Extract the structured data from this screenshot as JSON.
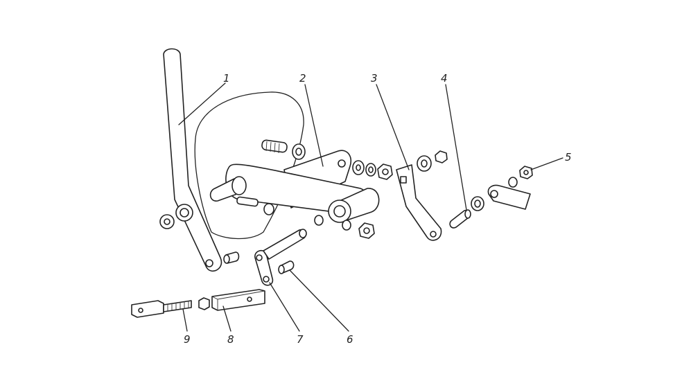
{
  "figure": {
    "type": "exploded-view mechanical assembly drawing",
    "callouts": [
      {
        "label": "1"
      },
      {
        "label": "2"
      },
      {
        "label": "3"
      },
      {
        "label": "4"
      },
      {
        "label": "5"
      },
      {
        "label": "6"
      },
      {
        "label": "7"
      },
      {
        "label": "8"
      },
      {
        "label": "9"
      }
    ],
    "colors": {
      "line": "#222222",
      "background": "#ffffff"
    }
  }
}
